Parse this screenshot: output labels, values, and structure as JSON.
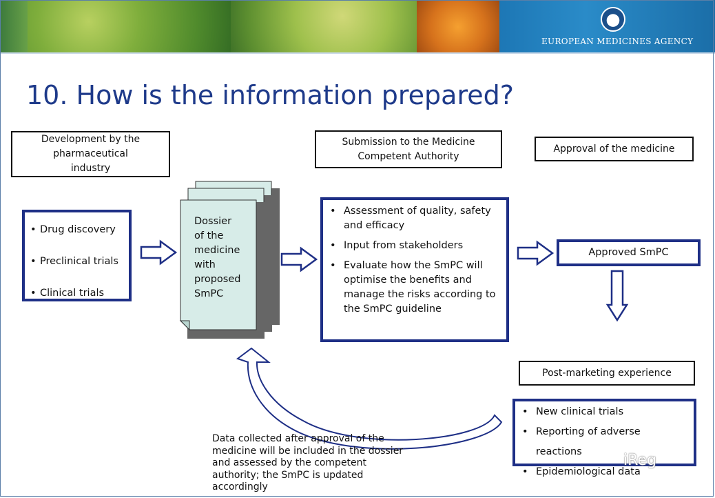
{
  "header": {
    "agency_name": "EUROPEAN MEDICINES AGENCY",
    "logo_icon": "ema-logo-icon"
  },
  "title": "10. How is the information prepared?",
  "stages": {
    "development": [
      "Development by the",
      "pharmaceutical",
      "industry"
    ],
    "submission": [
      "Submission to the Medicine",
      "Competent Authority"
    ],
    "approval": "Approval of the medicine",
    "post_marketing": "Post-marketing experience"
  },
  "development_items": [
    "Drug discovery",
    "Preclinical trials",
    "Clinical trials"
  ],
  "dossier": [
    "Dossier",
    "of the",
    "medicine",
    "with",
    "proposed",
    "SmPC"
  ],
  "assessment_items": [
    [
      "Assessment of quality, safety",
      "and efficacy"
    ],
    [
      "Input from stakeholders"
    ],
    [
      "Evaluate how the SmPC will",
      "optimise the  benefits and",
      "manage the risks according to",
      "the SmPC guideline"
    ]
  ],
  "approved_smpc": "Approved SmPC",
  "post_marketing_items": [
    "New clinical trials",
    "Reporting of adverse reactions",
    "Epidemiological data"
  ],
  "feedback_note": [
    "Data collected after approval of the",
    "medicine will be included in the dossier",
    "and  assessed by the competent",
    "authority; the SmPC is updated",
    "accordingly"
  ],
  "watermark": "iReg",
  "colors": {
    "title": "#1e3a8a",
    "box_border": "#1e2f86",
    "dossier_fill": "#d7ece8"
  }
}
